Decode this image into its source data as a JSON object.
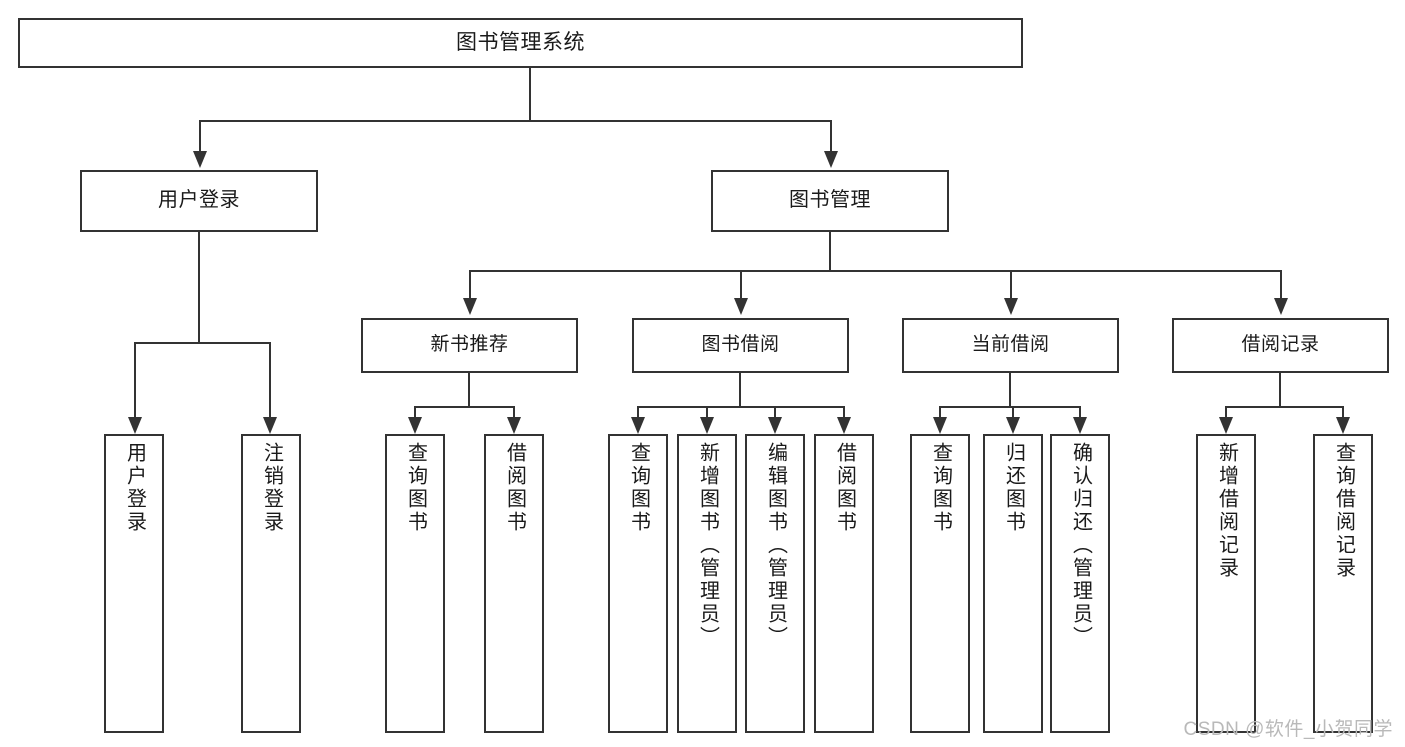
{
  "diagram": {
    "title": "图书管理系统",
    "type": "tree-hierarchy",
    "root": {
      "label": "图书管理系统"
    },
    "level1": [
      {
        "label": "用户登录"
      },
      {
        "label": "图书管理"
      }
    ],
    "level2": [
      {
        "label": "新书推荐"
      },
      {
        "label": "图书借阅"
      },
      {
        "label": "当前借阅"
      },
      {
        "label": "借阅记录"
      }
    ],
    "leaves": {
      "user_login": [
        {
          "label": "用户登录"
        },
        {
          "label": "注销登录"
        }
      ],
      "new_book": [
        {
          "label": "查询图书"
        },
        {
          "label": "借阅图书"
        }
      ],
      "book_borrow": [
        {
          "label": "查询图书"
        },
        {
          "label": "新增图书（管理员）"
        },
        {
          "label": "编辑图书（管理员）"
        },
        {
          "label": "借阅图书"
        }
      ],
      "current_borrow": [
        {
          "label": "查询图书"
        },
        {
          "label": "归还图书"
        },
        {
          "label": "确认归还（管理员）"
        }
      ],
      "borrow_record": [
        {
          "label": "新增借阅记录"
        },
        {
          "label": "查询借阅记录"
        }
      ]
    }
  },
  "watermark": {
    "text": "CSDN @软件_小贺同学"
  },
  "colors": {
    "stroke": "#333333",
    "background": "#ffffff",
    "text": "#1a1a1a",
    "watermark": "#b9b9b9"
  }
}
